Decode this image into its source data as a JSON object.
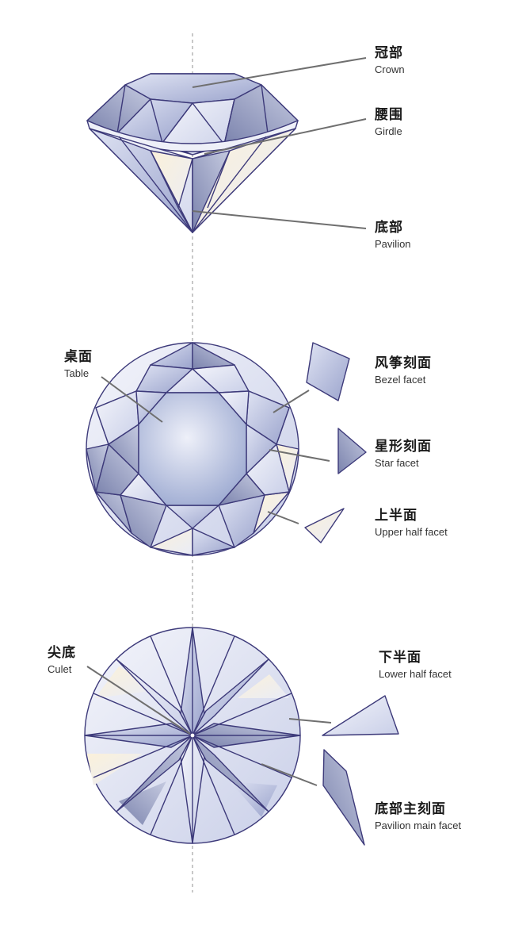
{
  "labels": {
    "crown": {
      "zh": "冠部",
      "en": "Crown"
    },
    "girdle": {
      "zh": "腰围",
      "en": "Girdle"
    },
    "pavilion": {
      "zh": "底部",
      "en": "Pavilion"
    },
    "table": {
      "zh": "桌面",
      "en": "Table"
    },
    "bezel": {
      "zh": "风筝刻面",
      "en": "Bezel facet"
    },
    "star": {
      "zh": "星形刻面",
      "en": "Star facet"
    },
    "upper_half": {
      "zh": "上半面",
      "en": "Upper half facet"
    },
    "culet": {
      "zh": "尖底",
      "en": "Culet"
    },
    "lower_half": {
      "zh": "下半面",
      "en": "Lower half facet"
    },
    "pavilion_main": {
      "zh": "底部主刻面",
      "en": "Pavilion main facet"
    }
  },
  "colors": {
    "outline": "#3d3a7a",
    "facet_light": "#e8eaf6",
    "facet_mid": "#b8c0e0",
    "facet_dark": "#8890b8",
    "warm": "#f6e3b8",
    "leader": "#6f6f6f"
  }
}
